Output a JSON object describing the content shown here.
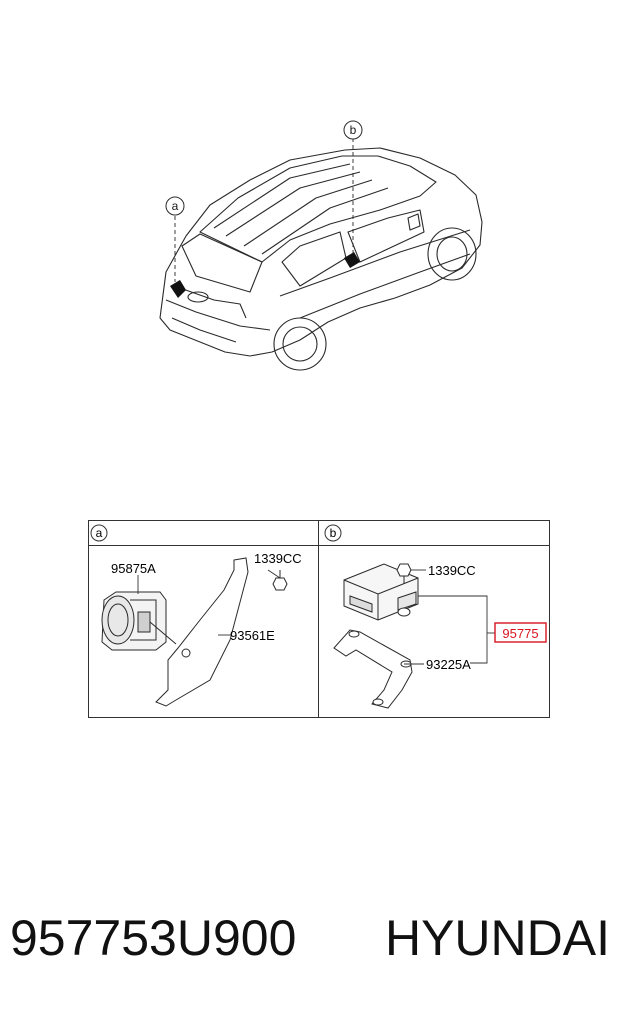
{
  "overview": {
    "callout_a": "a",
    "callout_b": "b"
  },
  "detail_panel": {
    "section_a": {
      "badge": "a",
      "labels": {
        "camera": "95875A",
        "bolt": "1339CC",
        "bracket": "93561E"
      }
    },
    "section_b": {
      "badge": "b",
      "labels": {
        "bolt": "1339CC",
        "module": "95775",
        "bracket": "93225A"
      },
      "highlight_color": "#d9141e"
    }
  },
  "footer": {
    "part_number": "957753U900",
    "brand": "HYUNDAI"
  }
}
